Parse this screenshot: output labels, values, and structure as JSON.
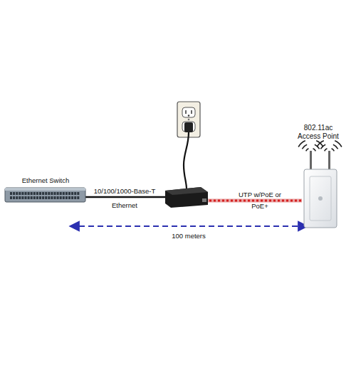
{
  "diagram": {
    "nodes": [
      {
        "text": [
          "Ethernet Switch"
        ]
      },
      {
        "text": [
          "802.11ac Access Point"
        ]
      }
    ],
    "labels": [
      "10/100/1000-Base-T",
      "Ethernet",
      "UTP w/PoE or PoE+",
      "100 meters"
    ]
  }
}
